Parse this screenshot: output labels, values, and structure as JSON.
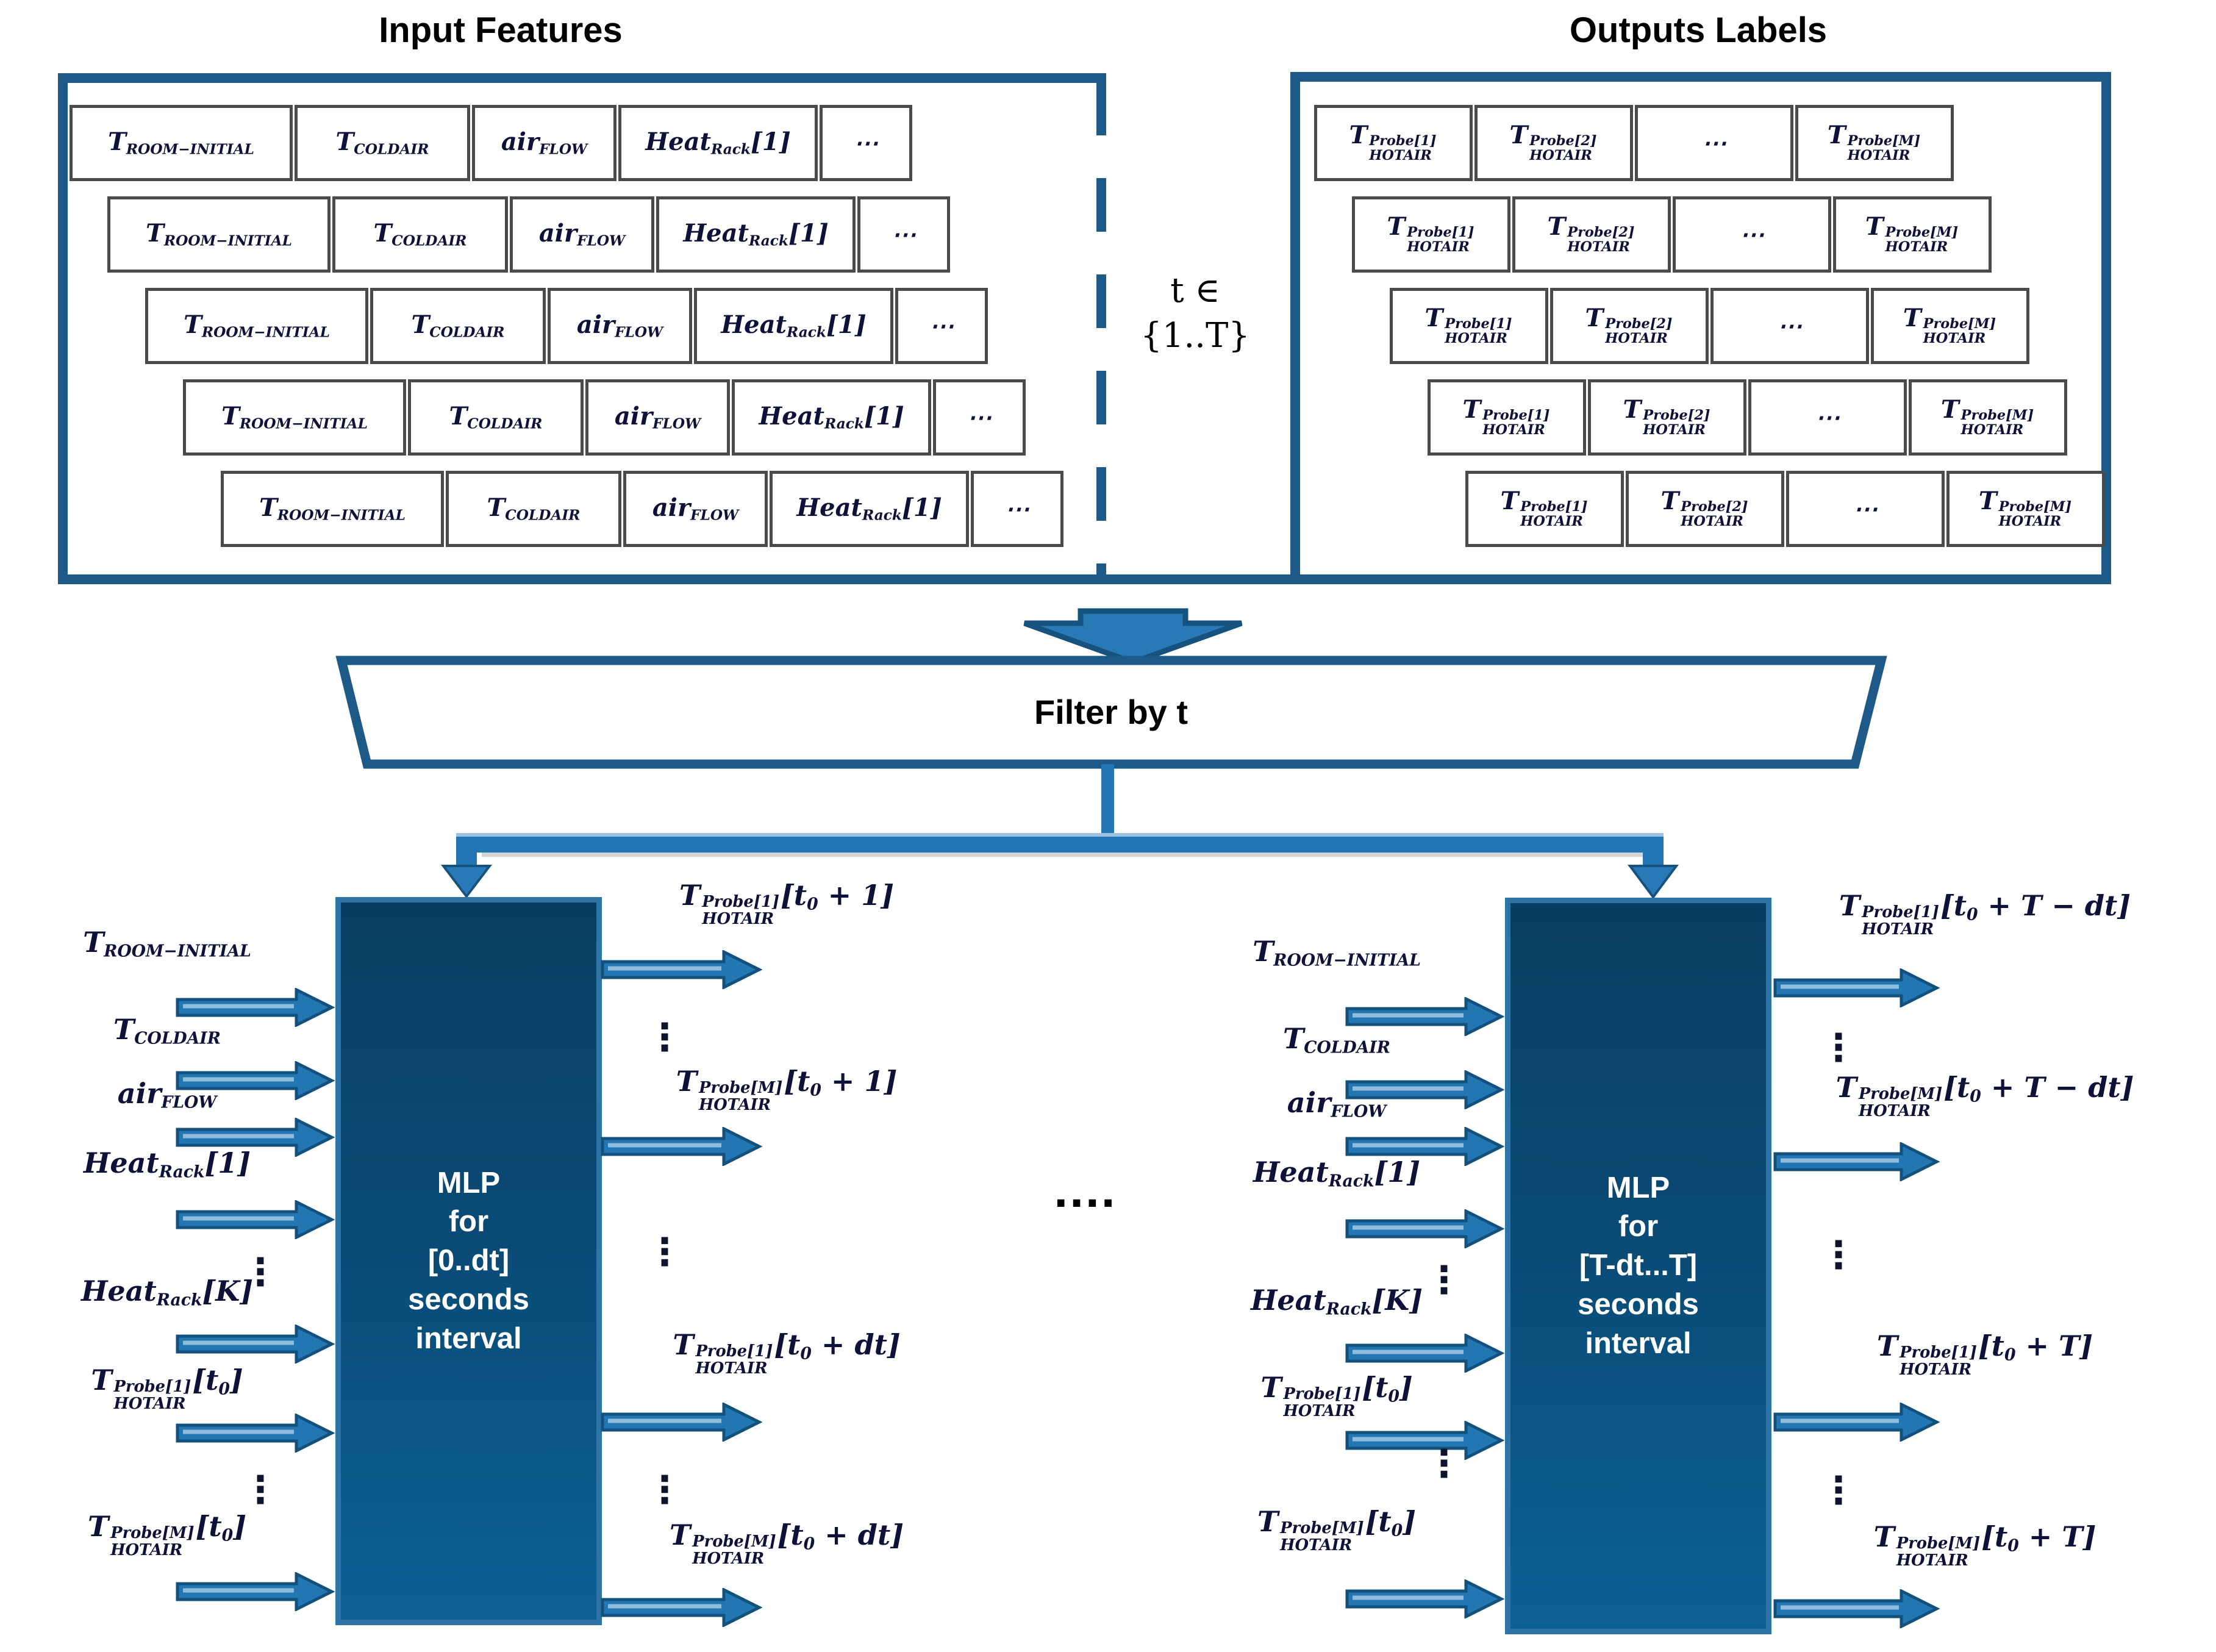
{
  "titles": {
    "inputs": "Input Features",
    "outputs": "Outputs Labels"
  },
  "t_range": {
    "line1": "t ∈",
    "line2": "{1..T}"
  },
  "filter": {
    "label": "Filter by t"
  },
  "middle_dots": "....",
  "mlp_left": {
    "lines": [
      "MLP",
      "for",
      "[0..dt]",
      "seconds",
      "interval"
    ]
  },
  "mlp_right": {
    "lines": [
      "MLP",
      "for",
      "[T-dt...T]",
      "seconds",
      "interval"
    ]
  },
  "colors": {
    "border_blue": "#1d5a87",
    "arrow_fill": "#2277b3",
    "arrow_stroke": "#14507c",
    "mlp_gradient_top": "#093e63",
    "mlp_gradient_bottom": "#0c6095",
    "text_ink": "#0e1238"
  },
  "math_labels": {
    "t_room": [
      [
        "n",
        "T"
      ],
      [
        "s",
        "ROOM−INITIAL"
      ]
    ],
    "t_cold": [
      [
        "n",
        "T"
      ],
      [
        "s",
        "COLDAIR"
      ]
    ],
    "air_flow": [
      [
        "n",
        "air"
      ],
      [
        "s",
        "FLOW"
      ]
    ],
    "heat_1": [
      [
        "n",
        "Heat"
      ],
      [
        "s",
        "Rack"
      ],
      [
        "n",
        "[1]"
      ]
    ],
    "heat_K": [
      [
        "n",
        "Heat"
      ],
      [
        "s",
        "Rack"
      ],
      [
        "n",
        "[K]"
      ]
    ],
    "cell_dots": [
      [
        "n",
        "⋯"
      ]
    ],
    "probe1": [
      [
        "n",
        "T"
      ],
      [
        "st",
        [
          "Probe[1]",
          "HOTAIR"
        ]
      ]
    ],
    "probe2": [
      [
        "n",
        "T"
      ],
      [
        "st",
        [
          "Probe[2]",
          "HOTAIR"
        ]
      ]
    ],
    "probeM": [
      [
        "n",
        "T"
      ],
      [
        "st",
        [
          "Probe[M]",
          "HOTAIR"
        ]
      ]
    ],
    "probe1_t0": [
      [
        "n",
        "T"
      ],
      [
        "st",
        [
          "Probe[1]",
          "HOTAIR"
        ]
      ],
      [
        "n",
        "[t"
      ],
      [
        "s",
        "0"
      ],
      [
        "n",
        "]"
      ]
    ],
    "probeM_t0": [
      [
        "n",
        "T"
      ],
      [
        "st",
        [
          "Probe[M]",
          "HOTAIR"
        ]
      ],
      [
        "n",
        "[t"
      ],
      [
        "s",
        "0"
      ],
      [
        "n",
        "]"
      ]
    ],
    "out_p1_1": [
      [
        "n",
        "T"
      ],
      [
        "st",
        [
          "Probe[1]",
          "HOTAIR"
        ]
      ],
      [
        "n",
        "[t"
      ],
      [
        "s",
        "0"
      ],
      [
        "n",
        " + 1]"
      ]
    ],
    "out_pM_1": [
      [
        "n",
        "T"
      ],
      [
        "st",
        [
          "Probe[M]",
          "HOTAIR"
        ]
      ],
      [
        "n",
        "[t"
      ],
      [
        "s",
        "0"
      ],
      [
        "n",
        " + 1]"
      ]
    ],
    "out_p1_dt": [
      [
        "n",
        "T"
      ],
      [
        "st",
        [
          "Probe[1]",
          "HOTAIR"
        ]
      ],
      [
        "n",
        "[t"
      ],
      [
        "s",
        "0"
      ],
      [
        "n",
        " + dt]"
      ]
    ],
    "out_pM_dt": [
      [
        "n",
        "T"
      ],
      [
        "st",
        [
          "Probe[M]",
          "HOTAIR"
        ]
      ],
      [
        "n",
        "[t"
      ],
      [
        "s",
        "0"
      ],
      [
        "n",
        " + dt]"
      ]
    ],
    "out_p1_Tdt": [
      [
        "n",
        "T"
      ],
      [
        "st",
        [
          "Probe[1]",
          "HOTAIR"
        ]
      ],
      [
        "n",
        "[t"
      ],
      [
        "s",
        "0"
      ],
      [
        "n",
        " + T − dt]"
      ]
    ],
    "out_pM_Tdt": [
      [
        "n",
        "T"
      ],
      [
        "st",
        [
          "Probe[M]",
          "HOTAIR"
        ]
      ],
      [
        "n",
        "[t"
      ],
      [
        "s",
        "0"
      ],
      [
        "n",
        " + T − dt]"
      ]
    ],
    "out_p1_T": [
      [
        "n",
        "T"
      ],
      [
        "st",
        [
          "Probe[1]",
          "HOTAIR"
        ]
      ],
      [
        "n",
        "[t"
      ],
      [
        "s",
        "0"
      ],
      [
        "n",
        " + T]"
      ]
    ],
    "out_pM_T": [
      [
        "n",
        "T"
      ],
      [
        "st",
        [
          "Probe[M]",
          "HOTAIR"
        ]
      ],
      [
        "n",
        "[t"
      ],
      [
        "s",
        "0"
      ],
      [
        "n",
        " + T]"
      ]
    ]
  },
  "input_table": {
    "row_count": 5,
    "cells": [
      "t_room",
      "t_cold",
      "air_flow",
      "heat_1",
      "cell_dots"
    ]
  },
  "output_table": {
    "row_count": 5,
    "cells": [
      "probe1",
      "probe2",
      "cell_dots",
      "probeM"
    ]
  },
  "port_groups": {
    "left_in": {
      "sequence": [
        "t_room",
        "t_cold",
        "air_flow",
        "heat_1",
        "heat_K",
        "probe1_t0",
        "probeM_t0"
      ]
    },
    "left_out": {
      "sequence": [
        "out_p1_1",
        "out_pM_1",
        "out_p1_dt",
        "out_pM_dt"
      ]
    },
    "right_in": {
      "sequence": [
        "t_room",
        "t_cold",
        "air_flow",
        "heat_1",
        "heat_K",
        "probe1_t0",
        "probeM_t0"
      ]
    },
    "right_out": {
      "sequence": [
        "out_p1_Tdt",
        "out_pM_Tdt",
        "out_p1_T",
        "out_pM_T"
      ]
    }
  }
}
